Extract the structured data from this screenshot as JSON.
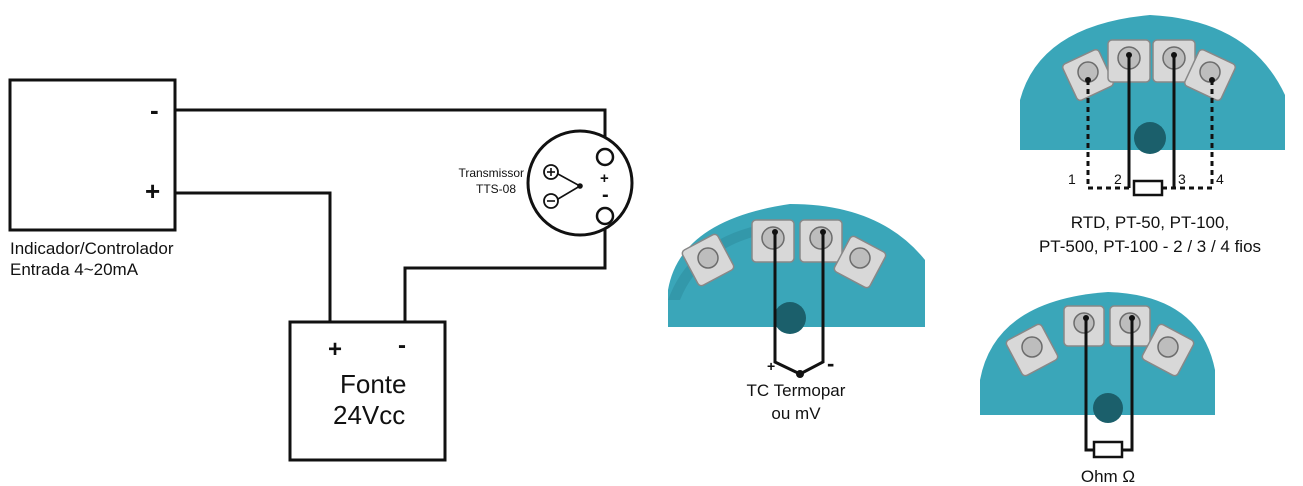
{
  "indicator": {
    "minus_label": "-",
    "plus_label": "+",
    "name": "Indicador/Controlador",
    "input": "Entrada 4~20mA"
  },
  "transmitter": {
    "name": "Transmissor",
    "model": "TTS-08",
    "plus_label": "+",
    "minus_label": "-"
  },
  "supply": {
    "plus_label": "+",
    "minus_label": "-",
    "name": "Fonte",
    "voltage": "24Vcc"
  },
  "thermocouple": {
    "plus_label": "+",
    "minus_label": "-",
    "line1": "TC Termopar",
    "line2": "ou mV"
  },
  "rtd": {
    "terminals": [
      "1",
      "2",
      "3",
      "4"
    ],
    "line1": "RTD, PT-50, PT-100,",
    "line2": "PT-500, PT-100 - 2 / 3 / 4 fios"
  },
  "ohm": {
    "label": "Ohm Ω"
  },
  "colors": {
    "terminal_block": "#3aa6b9",
    "wire": "#111111"
  }
}
